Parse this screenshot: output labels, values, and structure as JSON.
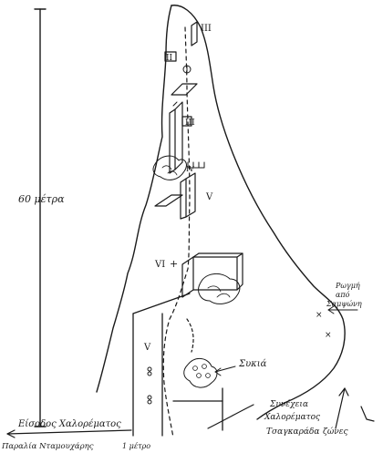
{
  "labels": {
    "height": "60 μέτρα",
    "entrance": "Είσοδος Χαλορέματος",
    "beach": "Παραλία Νταμουχάρης",
    "side": "1 μέτρο",
    "fig_tree": "Συκιά",
    "canyon_wall_line1": "Ρωγμή",
    "canyon_wall_line2": "από",
    "canyon_wall_line3": "Σαμψώνη",
    "continuation_line1": "Συνέχεια",
    "continuation_line2": "Χαλορέματος",
    "continuation_line3": "Τσαγκαράδα",
    "continuation_line4": "ζώνες"
  },
  "pitches": {
    "p1": "III",
    "p2": "II",
    "p3": "III",
    "p4": "IV",
    "p5": "V",
    "p6": "VI",
    "p7": "V"
  },
  "symbols": {
    "plus": "+"
  }
}
